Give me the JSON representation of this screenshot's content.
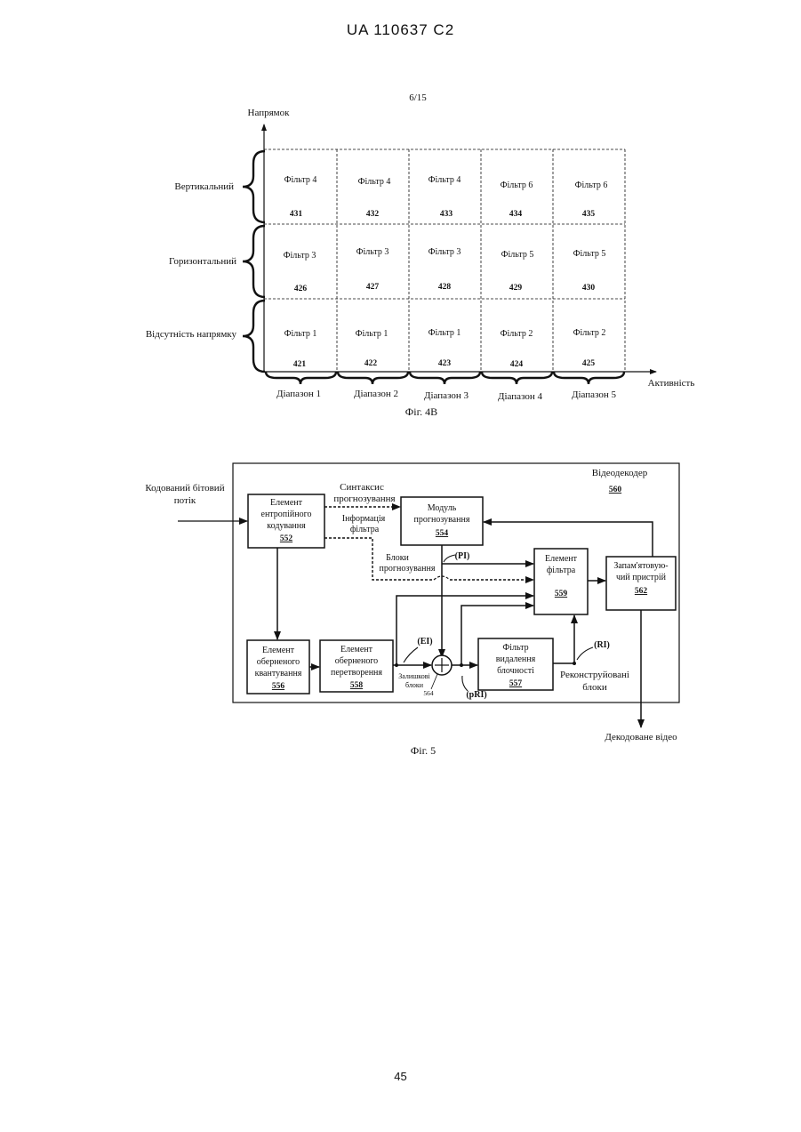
{
  "header": {
    "patent_number": "UA 110637 C2"
  },
  "sheet": "6/15",
  "fig4b": {
    "y_axis_label": "Напрямок",
    "x_axis_label": "Активність",
    "row_labels": [
      "Вертикальний",
      "Горизонтальний",
      "Відсутність напрямку"
    ],
    "columns": [
      "Діапазон 1",
      "Діапазон 2",
      "Діапазон 3",
      "Діапазон 4",
      "Діапазон 5"
    ],
    "cells": [
      [
        {
          "filter": "Фільтр 4",
          "ref": "431"
        },
        {
          "filter": "Фільтр 4",
          "ref": "432"
        },
        {
          "filter": "Фільтр 4",
          "ref": "433"
        },
        {
          "filter": "Фільтр 6",
          "ref": "434"
        },
        {
          "filter": "Фільтр 6",
          "ref": "435"
        }
      ],
      [
        {
          "filter": "Фільтр 3",
          "ref": "426"
        },
        {
          "filter": "Фільтр 3",
          "ref": "427"
        },
        {
          "filter": "Фільтр 3",
          "ref": "428"
        },
        {
          "filter": "Фільтр 5",
          "ref": "429"
        },
        {
          "filter": "Фільтр 5",
          "ref": "430"
        }
      ],
      [
        {
          "filter": "Фільтр 1",
          "ref": "421"
        },
        {
          "filter": "Фільтр 1",
          "ref": "422"
        },
        {
          "filter": "Фільтр 1",
          "ref": "423"
        },
        {
          "filter": "Фільтр 2",
          "ref": "424"
        },
        {
          "filter": "Фільтр 2",
          "ref": "425"
        }
      ]
    ],
    "caption": "Фіг. 4B"
  },
  "fig5": {
    "decoder_label": "Відеодекодер",
    "decoder_ref": "560",
    "input_label": [
      "Кодований бітовий",
      "потік"
    ],
    "entropy": {
      "lines": [
        "Елемент",
        "ентропійного",
        "кодування"
      ],
      "ref": "552"
    },
    "prediction": {
      "lines": [
        "Модуль",
        "прогнозування"
      ],
      "ref": "554"
    },
    "inv_quant": {
      "lines": [
        "Елемент",
        "оберненого",
        "квантування"
      ],
      "ref": "556"
    },
    "inv_transform": {
      "lines": [
        "Елемент",
        "оберненого",
        "перетворення"
      ],
      "ref": "558"
    },
    "deblock": {
      "lines": [
        "Фільтр",
        "видалення",
        "блочності"
      ],
      "ref": "557"
    },
    "filter_unit": {
      "lines": [
        "Елемент",
        "фільтра"
      ],
      "ref": "559"
    },
    "memory": {
      "lines": [
        "Запам'ятовую-",
        "чий пристрій"
      ],
      "ref": "562"
    },
    "syntax_label": [
      "Синтаксис",
      "прогнозування"
    ],
    "filter_info_label": [
      "Інформація",
      "фільтра"
    ],
    "pred_blocks_label": [
      "Блоки",
      "прогнозування"
    ],
    "residual_label": [
      "Залишкові",
      "блоки"
    ],
    "adder_ref": "564",
    "recon_label": [
      "Реконструйовані",
      "блоки"
    ],
    "tag_pi": "(PI)",
    "tag_ei": "(EI)",
    "tag_pri": "(pRI)",
    "tag_ri": "(RI)",
    "output_label": "Декодоване відео",
    "caption": "Фіг. 5"
  },
  "page_number": "45"
}
